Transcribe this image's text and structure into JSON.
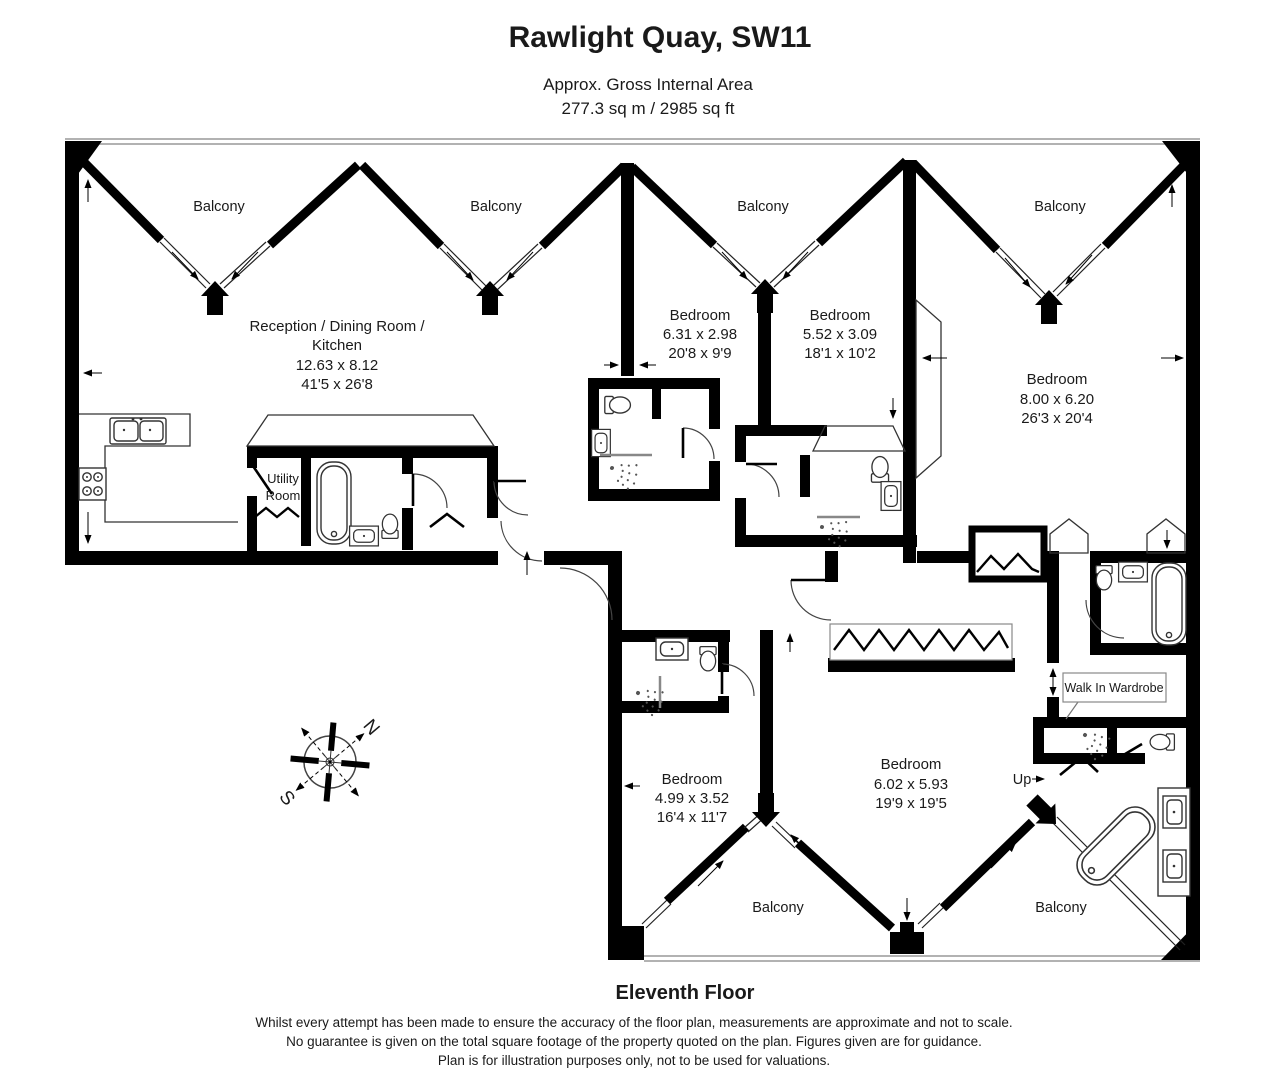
{
  "header": {
    "title": "Rawlight Quay, SW11",
    "subtitle": "Approx. Gross Internal Area",
    "area": "277.3 sq m / 2985 sq ft"
  },
  "balconies": {
    "labels": [
      "Balcony",
      "Balcony",
      "Balcony",
      "Balcony",
      "Balcony",
      "Balcony"
    ]
  },
  "rooms": {
    "reception": {
      "line1": "Reception / Dining Room /",
      "line2": "Kitchen",
      "metric": "12.63 x 8.12",
      "imperial": "41'5 x 26'8"
    },
    "bedroom_1": {
      "label": "Bedroom",
      "metric": "6.31 x 2.98",
      "imperial": "20'8 x 9'9"
    },
    "bedroom_2": {
      "label": "Bedroom",
      "metric": "5.52 x 3.09",
      "imperial": "18'1 x 10'2"
    },
    "bedroom_3": {
      "label": "Bedroom",
      "metric": "8.00 x 6.20",
      "imperial": "26'3 x 20'4"
    },
    "bedroom_4": {
      "label": "Bedroom",
      "metric": "4.99 x 3.52",
      "imperial": "16'4 x 11'7"
    },
    "bedroom_5": {
      "label": "Bedroom",
      "metric": "6.02 x 5.93",
      "imperial": "19'9 x 19'5"
    },
    "utility": {
      "line1": "Utility",
      "line2": "Room"
    },
    "walk_in_wardrobe": {
      "label": "Walk In Wardrobe"
    },
    "stairs": {
      "up_label": "Up"
    }
  },
  "compass": {
    "north": "N",
    "south": "S"
  },
  "footer": {
    "floor": "Eleventh Floor",
    "disclaimer1": "Whilst every attempt has been made to ensure the accuracy of the floor plan, measurements are approximate and not to scale.",
    "disclaimer2": "No guarantee is given on the total square footage of the property quoted on the plan. Figures given are for guidance.",
    "disclaimer3": "Plan is for illustration purposes only, not to be used for valuations."
  },
  "colors": {
    "wall": "#000000",
    "boundary": "#999999",
    "text": "#1a1a1a"
  }
}
